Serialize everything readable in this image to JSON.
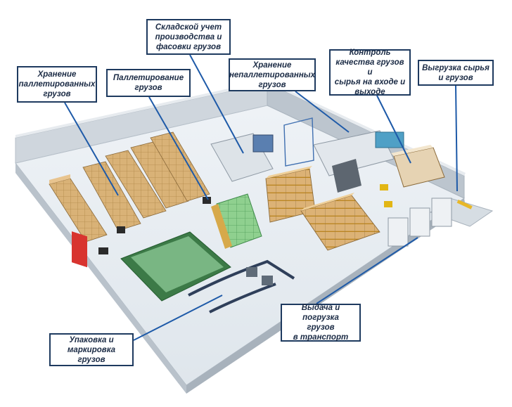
{
  "diagram": {
    "callouts": [
      {
        "id": "storage_pallet",
        "text": "Хранение\nпаллетированных\nгрузов"
      },
      {
        "id": "palletizing",
        "text": "Паллетирование\nгрузов"
      },
      {
        "id": "accounting",
        "text": "Складской учет\nпроизводства и\nфасовки грузов"
      },
      {
        "id": "storage_nonpallet",
        "text": "Хранение\nнепаллетированных\nгрузов"
      },
      {
        "id": "quality_control",
        "text": "Контроль\nкачества грузов и\nсырья на входе и\nвыходе"
      },
      {
        "id": "unloading",
        "text": "Выгрузка сырья\nи грузов"
      },
      {
        "id": "shipping",
        "text": "Выдача и погрузка\nгрузов\nв транспорт"
      },
      {
        "id": "packing",
        "text": "Упаковка и\nмаркировка грузов"
      }
    ],
    "colors": {
      "callout_border": "#1e3a5f",
      "leader_line": "#1e5aa8",
      "floor": "#e6ecf2",
      "wall": "#c9d1d9",
      "rack": "#e0ad3c",
      "box": "#d9b277",
      "glass": "#7bc47f",
      "conveyor": "#2f6b3a"
    }
  }
}
